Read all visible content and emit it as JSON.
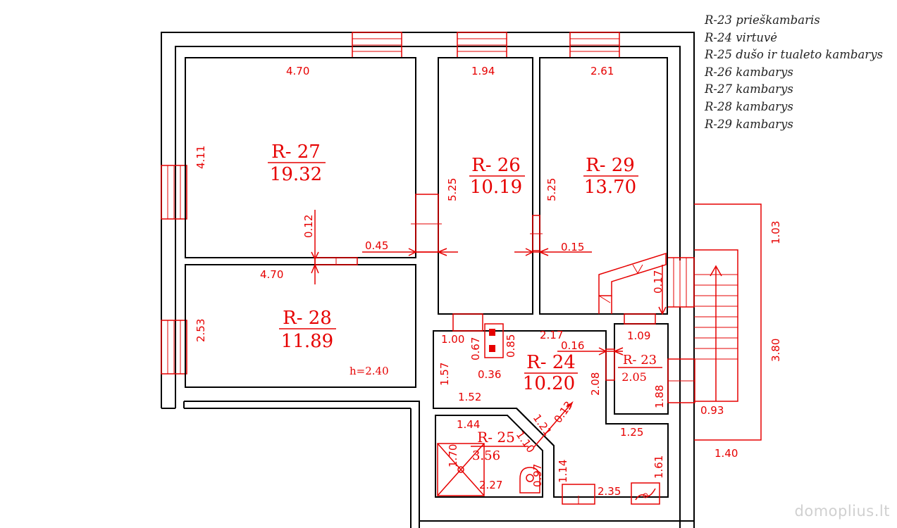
{
  "legend": [
    "R-23 prieškambaris",
    "R-24 virtuvė",
    "R-25 dušo ir tualeto kambarys",
    "R-26 kambarys",
    "R-27 kambarys",
    "R-28 kambarys",
    "R-29 kambarys"
  ],
  "rooms": {
    "r27": {
      "id": "R- 27",
      "area": "19.32"
    },
    "r26": {
      "id": "R- 26",
      "area": "10.19"
    },
    "r29": {
      "id": "R- 29",
      "area": "13.70"
    },
    "r28": {
      "id": "R- 28",
      "area": "11.89"
    },
    "r24": {
      "id": "R- 24",
      "area": "10.20"
    },
    "r23": {
      "id": "R- 23",
      "area": "2.05"
    },
    "r25": {
      "id": "R- 25",
      "area": "3.56"
    }
  },
  "height_label": "h=2.40",
  "dimensions": {
    "r27_width": "4.70",
    "r27_height": "4.11",
    "r26_width": "1.94",
    "r26_height": "5.25",
    "r29_width": "2.61",
    "r29_height": "5.25",
    "wall_012": "0.12",
    "wall_045": "0.45",
    "wall_015": "0.15",
    "r28_width": "4.70",
    "r28_height": "2.53",
    "stair_103": "1.03",
    "stair_017": "0.17",
    "stair_380": "3.80",
    "stair_140": "1.40",
    "stair_093": "0.93",
    "r23_width": "1.09",
    "r23_h1": "1.88",
    "k_100": "1.00",
    "k_067": "0.67",
    "k_085": "0.85",
    "k_217": "2.17",
    "k_016": "0.16",
    "k_157": "1.57",
    "k_036": "0.36",
    "k_208": "2.08",
    "k_152": "1.52",
    "d_121": "1.21",
    "d_013": "0.13",
    "d_110": "1.10",
    "r25_144": "1.44",
    "r25_170": "1.70",
    "r25_097": "0.97",
    "r25_227": "2.27",
    "k_125": "1.25",
    "k_114": "1.14",
    "k_161": "1.61",
    "k_235": "2.35"
  },
  "watermark": "domoplius.lt"
}
